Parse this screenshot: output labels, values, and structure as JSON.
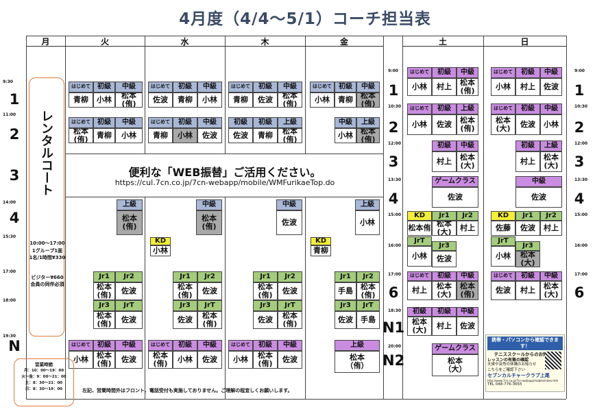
{
  "title": "4月度（4/4〜5/1）コーチ担当表",
  "days": [
    "月",
    "火",
    "水",
    "木",
    "金",
    "土",
    "日"
  ],
  "periods": [
    "1",
    "2",
    "3",
    "4",
    "6",
    "N",
    "N1",
    "N2"
  ],
  "times_left": [
    "9:30",
    "11:00",
    "14:00",
    "15:30",
    "17:00",
    "18:00",
    "19:30"
  ],
  "times_sat": [
    "9:00",
    "10:30",
    "12:00",
    "13:30",
    "15:00",
    "16:00",
    "17:00",
    "18:30",
    "20:00"
  ],
  "times_right": [
    "9:00",
    "10:30",
    "12:00",
    "13:30",
    "15:00",
    "16:00",
    "17:00"
  ],
  "rental": {
    "label": "レンタルコート",
    "hours": "10:00〜17:00",
    "price1": "1グループ1面",
    "price2": "1名/1時間¥330",
    "visitor": "ビジター¥660",
    "visitor_note": "会員の同伴必須"
  },
  "banner": {
    "line1": "便利な「WEB振替」ご活用ください。",
    "line2": "https://cul.7cn.co.jp/7cn-webapp/mobile/WMFurikaeTop.do"
  },
  "note": "左記、営業時間外はフロント、電話受付も実施しておりません。ご理解の程宜しくお願いします。",
  "hours_box": {
    "title": "営業時間",
    "l1": "月：10：00〜19：00",
    "l2": "火〜金：9：00〜21：00",
    "l3": "土：8：30〜21：00",
    "l4": "日：8：30〜19：00"
  },
  "ad": {
    "head": "携帯・パソコンから確認できます！",
    "l1": "テニススクールからのお知らせ",
    "l2": "レッスンの有無の確認",
    "l3": "天候や突然の休講のお知らせ",
    "l4": "こちらをご確認下さい",
    "brand": "セブンカルチャークラブ上尾",
    "url": "http://www.7cn.co.jp/7cn-webapp/mobile/index.htm",
    "tel": "TEL 048-776-3655"
  },
  "cells": [
    [
      "はじめて",
      "k",
      100,
      119,
      36,
      16
    ],
    [
      "初級",
      "k",
      136,
      119,
      32,
      16
    ],
    [
      "中級",
      "k",
      168,
      119,
      40,
      16
    ],
    [
      "青柳",
      "",
      100,
      135,
      36,
      22
    ],
    [
      "小林",
      "",
      136,
      135,
      32,
      22
    ],
    [
      "松本\n(侑)",
      "",
      168,
      135,
      40,
      22
    ],
    [
      "はじめて",
      "k",
      100,
      171,
      36,
      16
    ],
    [
      "初級",
      "k",
      136,
      171,
      32,
      16
    ],
    [
      "中級",
      "k",
      168,
      171,
      40,
      16
    ],
    [
      "松本\n(侑)",
      "",
      100,
      187,
      36,
      22
    ],
    [
      "青柳",
      "",
      136,
      187,
      32,
      22
    ],
    [
      "小林",
      "",
      168,
      187,
      40,
      22
    ],
    [
      "はじめて",
      "k",
      216,
      119,
      36,
      16
    ],
    [
      "初級",
      "k",
      252,
      119,
      36,
      16
    ],
    [
      "中級",
      "k",
      288,
      119,
      36,
      16
    ],
    [
      "佐波",
      "",
      216,
      135,
      36,
      22
    ],
    [
      "青柳",
      "",
      252,
      135,
      36,
      22
    ],
    [
      "小林",
      "",
      288,
      135,
      36,
      22
    ],
    [
      "はじめて",
      "k",
      216,
      171,
      36,
      16
    ],
    [
      "初級",
      "k",
      252,
      171,
      36,
      16
    ],
    [
      "中級",
      "k",
      288,
      171,
      36,
      16
    ],
    [
      "青柳",
      "",
      216,
      187,
      36,
      22
    ],
    [
      "小林",
      "g",
      252,
      187,
      36,
      22
    ],
    [
      "佐波",
      "",
      288,
      187,
      36,
      22
    ],
    [
      "はじめて",
      "k",
      333,
      119,
      36,
      16
    ],
    [
      "初級",
      "k",
      369,
      119,
      36,
      16
    ],
    [
      "中級",
      "k",
      405,
      119,
      36,
      16
    ],
    [
      "青柳",
      "",
      333,
      135,
      36,
      22
    ],
    [
      "佐波",
      "",
      369,
      135,
      36,
      22
    ],
    [
      "松本\n(侑)",
      "",
      405,
      135,
      36,
      22
    ],
    [
      "初級",
      "k",
      333,
      171,
      36,
      16
    ],
    [
      "初級",
      "k",
      369,
      171,
      36,
      16
    ],
    [
      "上級",
      "k",
      405,
      171,
      36,
      16
    ],
    [
      "佐波",
      "",
      333,
      187,
      36,
      22
    ],
    [
      "青柳",
      "",
      369,
      187,
      36,
      22
    ],
    [
      "松本\n(侑)",
      "",
      405,
      187,
      36,
      22
    ],
    [
      "はじめて",
      "k",
      452,
      119,
      36,
      16
    ],
    [
      "初級",
      "k",
      488,
      119,
      32,
      16
    ],
    [
      "中級",
      "k",
      520,
      119,
      34,
      16
    ],
    [
      "小林",
      "",
      452,
      135,
      36,
      22
    ],
    [
      "青柳",
      "",
      488,
      135,
      32,
      22
    ],
    [
      "松本\n(侑)",
      "g",
      520,
      135,
      34,
      22
    ],
    [
      "中級",
      "k",
      488,
      171,
      32,
      16
    ],
    [
      "上級",
      "k",
      520,
      171,
      34,
      16
    ],
    [
      "小林",
      "",
      488,
      187,
      32,
      22
    ],
    [
      "松本\n(侑)",
      "g",
      520,
      187,
      34,
      22
    ],
    [
      "上級",
      "k",
      170,
      291,
      38,
      16
    ],
    [
      "松本\n(侑)",
      "g",
      170,
      307,
      38,
      36
    ],
    [
      "中級",
      "k",
      286,
      291,
      38,
      16
    ],
    [
      "松本\n(侑)",
      "g",
      286,
      307,
      38,
      36
    ],
    [
      "中級",
      "k",
      403,
      291,
      38,
      16
    ],
    [
      "佐波",
      "",
      403,
      307,
      38,
      36
    ],
    [
      "上級",
      "k",
      518,
      291,
      36,
      16
    ],
    [
      "小林",
      "",
      518,
      307,
      36,
      36
    ],
    [
      "KD",
      "y",
      219,
      346,
      30,
      12
    ],
    [
      "小林",
      "",
      219,
      358,
      30,
      16
    ],
    [
      "KD",
      "y",
      453,
      346,
      30,
      12
    ],
    [
      "青柳",
      "",
      453,
      358,
      30,
      16
    ],
    [
      "Jr1",
      "j",
      136,
      396,
      32,
      16
    ],
    [
      "Jr2",
      "j",
      168,
      396,
      40,
      16
    ],
    [
      "松本\n(侑)",
      "",
      136,
      412,
      32,
      26
    ],
    [
      "佐波",
      "",
      168,
      412,
      40,
      26
    ],
    [
      "Jr3",
      "j",
      136,
      438,
      32,
      16
    ],
    [
      "JrT",
      "j",
      168,
      438,
      40,
      16
    ],
    [
      "松本\n(侑)",
      "",
      136,
      454,
      32,
      26
    ],
    [
      "佐波",
      "",
      168,
      454,
      40,
      26
    ],
    [
      "Jr1",
      "j",
      252,
      396,
      36,
      16
    ],
    [
      "Jr2",
      "j",
      288,
      396,
      36,
      16
    ],
    [
      "松本\n(侑)",
      "",
      252,
      412,
      36,
      26
    ],
    [
      "佐波",
      "",
      288,
      412,
      36,
      26
    ],
    [
      "Jr3",
      "j",
      252,
      438,
      36,
      16
    ],
    [
      "JrT",
      "j",
      288,
      438,
      36,
      16
    ],
    [
      "佐波",
      "",
      252,
      454,
      36,
      26
    ],
    [
      "松本\n(侑)",
      "",
      288,
      454,
      36,
      26
    ],
    [
      "Jr1",
      "j",
      369,
      396,
      36,
      16
    ],
    [
      "Jr2",
      "j",
      405,
      396,
      36,
      16
    ],
    [
      "松本\n(侑)",
      "",
      369,
      412,
      36,
      26
    ],
    [
      "佐波",
      "",
      405,
      412,
      36,
      26
    ],
    [
      "Jr3",
      "j",
      369,
      438,
      36,
      16
    ],
    [
      "JrT",
      "j",
      405,
      438,
      36,
      16
    ],
    [
      "佐波",
      "",
      369,
      454,
      36,
      26
    ],
    [
      "松本\n(侑)",
      "",
      405,
      454,
      36,
      26
    ],
    [
      "Jr1",
      "j",
      488,
      396,
      32,
      16
    ],
    [
      "Jr2",
      "j",
      520,
      396,
      34,
      16
    ],
    [
      "手島",
      "",
      488,
      412,
      32,
      26
    ],
    [
      "松本\n(侑)",
      "",
      520,
      412,
      34,
      26
    ],
    [
      "Jr3",
      "j",
      488,
      438,
      32,
      16
    ],
    [
      "JrT",
      "j",
      520,
      438,
      34,
      16
    ],
    [
      "佐波",
      "",
      488,
      454,
      32,
      26
    ],
    [
      "手島",
      "",
      520,
      454,
      34,
      26
    ],
    [
      "はじめて",
      "p",
      100,
      496,
      36,
      16
    ],
    [
      "初級",
      "p",
      136,
      496,
      32,
      16
    ],
    [
      "中級",
      "p",
      168,
      496,
      40,
      16
    ],
    [
      "小林",
      "",
      100,
      512,
      36,
      26
    ],
    [
      "松本\n(侑)",
      "",
      136,
      512,
      32,
      26
    ],
    [
      "佐波",
      "",
      168,
      512,
      40,
      26
    ],
    [
      "はじめて",
      "p",
      216,
      496,
      36,
      16
    ],
    [
      "初級",
      "p",
      252,
      496,
      36,
      16
    ],
    [
      "中級",
      "p",
      288,
      496,
      36,
      16
    ],
    [
      "松本\n(侑)",
      "",
      216,
      512,
      36,
      26
    ],
    [
      "小林",
      "",
      252,
      512,
      36,
      26
    ],
    [
      "佐波",
      "",
      288,
      512,
      36,
      26
    ],
    [
      "はじめて",
      "p",
      333,
      496,
      36,
      16
    ],
    [
      "初級",
      "p",
      369,
      496,
      36,
      16
    ],
    [
      "中級",
      "p",
      405,
      496,
      36,
      16
    ],
    [
      "小林",
      "",
      333,
      512,
      36,
      26
    ],
    [
      "松本\n(侑)",
      "",
      369,
      512,
      36,
      26
    ],
    [
      "佐波",
      "",
      405,
      512,
      36,
      26
    ],
    [
      "上級",
      "p",
      488,
      496,
      66,
      16
    ],
    [
      "松本\n（侑）",
      "",
      488,
      512,
      66,
      32
    ],
    [
      "はじめて",
      "p",
      594,
      98,
      36,
      16
    ],
    [
      "初級",
      "p",
      630,
      98,
      36,
      16
    ],
    [
      "中級",
      "p",
      666,
      98,
      32,
      16
    ],
    [
      "小林",
      "",
      594,
      114,
      36,
      26
    ],
    [
      "村上",
      "",
      630,
      114,
      36,
      26
    ],
    [
      "松本\n(侑)",
      "",
      666,
      114,
      32,
      26
    ],
    [
      "はじめて",
      "p",
      594,
      151,
      36,
      16
    ],
    [
      "初級",
      "p",
      630,
      151,
      36,
      16
    ],
    [
      "上級",
      "p",
      666,
      151,
      32,
      16
    ],
    [
      "小林",
      "",
      594,
      167,
      36,
      30
    ],
    [
      "佐波",
      "",
      630,
      167,
      36,
      30
    ],
    [
      "松本\n(侑)",
      "",
      666,
      167,
      32,
      30
    ],
    [
      "初級",
      "p",
      630,
      205,
      36,
      16
    ],
    [
      "中級",
      "p",
      666,
      205,
      32,
      16
    ],
    [
      "村上",
      "",
      630,
      221,
      36,
      30
    ],
    [
      "松本\n(大)",
      "",
      666,
      221,
      32,
      30
    ],
    [
      "ゲームクラス",
      "p",
      630,
      257,
      68,
      16
    ],
    [
      "佐波",
      "",
      630,
      273,
      68,
      30
    ],
    [
      "KD",
      "y",
      594,
      308,
      36,
      14
    ],
    [
      "Jr1",
      "j",
      630,
      308,
      36,
      14
    ],
    [
      "Jr2",
      "j",
      666,
      308,
      32,
      14
    ],
    [
      "松本侑",
      "",
      594,
      322,
      36,
      22
    ],
    [
      "松本\n(大)",
      "",
      630,
      322,
      36,
      22
    ],
    [
      "村上",
      "",
      666,
      322,
      32,
      22
    ],
    [
      "JrT",
      "j",
      594,
      345,
      36,
      14
    ],
    [
      "Jr3",
      "j",
      630,
      352,
      36,
      14
    ],
    [
      "小林",
      "",
      594,
      359,
      36,
      30
    ],
    [
      "佐波",
      "",
      630,
      366,
      36,
      24
    ],
    [
      "はじめて",
      "p",
      594,
      396,
      36,
      14
    ],
    [
      "初級",
      "p",
      630,
      396,
      36,
      14
    ],
    [
      "中級",
      "p",
      666,
      396,
      32,
      14
    ],
    [
      "村上",
      "",
      594,
      410,
      36,
      28
    ],
    [
      "松本\n(大)",
      "",
      630,
      410,
      36,
      28
    ],
    [
      "松本\n(侑)",
      "g",
      666,
      410,
      32,
      28
    ],
    [
      "初級",
      "p",
      594,
      448,
      36,
      14
    ],
    [
      "初級",
      "p",
      630,
      448,
      36,
      14
    ],
    [
      "中級",
      "p",
      666,
      448,
      32,
      14
    ],
    [
      "松本\n(大)",
      "",
      594,
      462,
      36,
      28
    ],
    [
      "村上",
      "",
      630,
      462,
      36,
      28
    ],
    [
      "佐波",
      "",
      666,
      462,
      32,
      28
    ],
    [
      "ゲームクラス",
      "p",
      630,
      501,
      68,
      16
    ],
    [
      "松本\n（大）",
      "",
      630,
      517,
      68,
      32
    ],
    [
      "はじめて",
      "p",
      716,
      98,
      36,
      16
    ],
    [
      "初級",
      "p",
      752,
      98,
      36,
      16
    ],
    [
      "中級",
      "p",
      788,
      98,
      32,
      16
    ],
    [
      "小林",
      "",
      716,
      114,
      36,
      26
    ],
    [
      "村上",
      "",
      752,
      114,
      36,
      26
    ],
    [
      "佐波",
      "",
      788,
      114,
      32,
      26
    ],
    [
      "はじめて",
      "p",
      716,
      151,
      36,
      16
    ],
    [
      "初級",
      "p",
      752,
      151,
      36,
      16
    ],
    [
      "中級",
      "p",
      788,
      151,
      32,
      16
    ],
    [
      "松本\n(大)",
      "",
      716,
      167,
      36,
      30
    ],
    [
      "佐波",
      "",
      752,
      167,
      36,
      30
    ],
    [
      "小林",
      "",
      788,
      167,
      32,
      30
    ],
    [
      "初級",
      "p",
      752,
      205,
      36,
      16
    ],
    [
      "上級",
      "p",
      788,
      205,
      32,
      16
    ],
    [
      "村上",
      "",
      752,
      221,
      36,
      30
    ],
    [
      "松本\n(大)",
      "",
      788,
      221,
      32,
      30
    ],
    [
      "中級",
      "p",
      752,
      257,
      68,
      16
    ],
    [
      "佐波",
      "",
      752,
      273,
      68,
      30
    ],
    [
      "KD",
      "y",
      716,
      308,
      36,
      14
    ],
    [
      "Jr1",
      "j",
      752,
      308,
      36,
      14
    ],
    [
      "Jr2",
      "j",
      788,
      308,
      32,
      14
    ],
    [
      "佐藤",
      "",
      716,
      322,
      36,
      22
    ],
    [
      "佐波",
      "",
      752,
      322,
      36,
      22
    ],
    [
      "村上",
      "",
      788,
      322,
      32,
      22
    ],
    [
      "JrT",
      "j",
      716,
      345,
      36,
      14
    ],
    [
      "Jr3",
      "j",
      752,
      352,
      36,
      14
    ],
    [
      "小林",
      "",
      716,
      359,
      36,
      30
    ],
    [
      "松本\n(大)",
      "g",
      752,
      366,
      36,
      24
    ],
    [
      "はじめて",
      "p",
      716,
      396,
      36,
      14
    ],
    [
      "初級",
      "p",
      752,
      396,
      36,
      14
    ],
    [
      "中級",
      "p",
      788,
      396,
      32,
      14
    ],
    [
      "佐波",
      "",
      716,
      410,
      36,
      28
    ],
    [
      "村上",
      "",
      752,
      410,
      36,
      28
    ],
    [
      "松本\n(大)",
      "",
      788,
      410,
      32,
      28
    ]
  ]
}
